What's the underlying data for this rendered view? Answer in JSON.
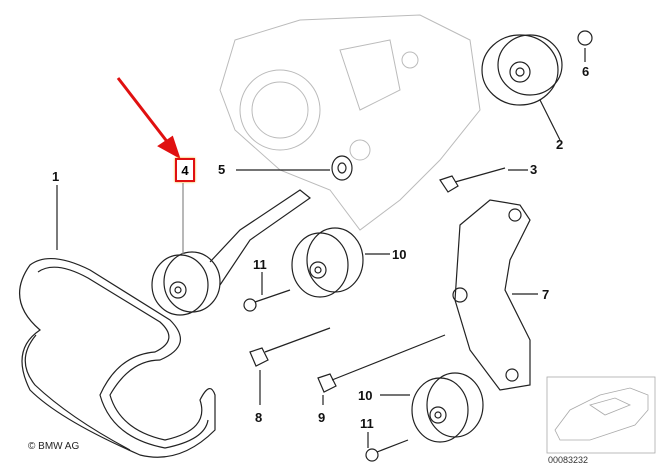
{
  "diagram": {
    "callouts": [
      "1",
      "2",
      "3",
      "4",
      "5",
      "6",
      "7",
      "8",
      "9",
      "10",
      "10",
      "11",
      "11"
    ],
    "highlighted_callout": "4",
    "copyright": "© BMW AG",
    "drawing_number": "00083232",
    "highlight_color": "#e01010"
  }
}
